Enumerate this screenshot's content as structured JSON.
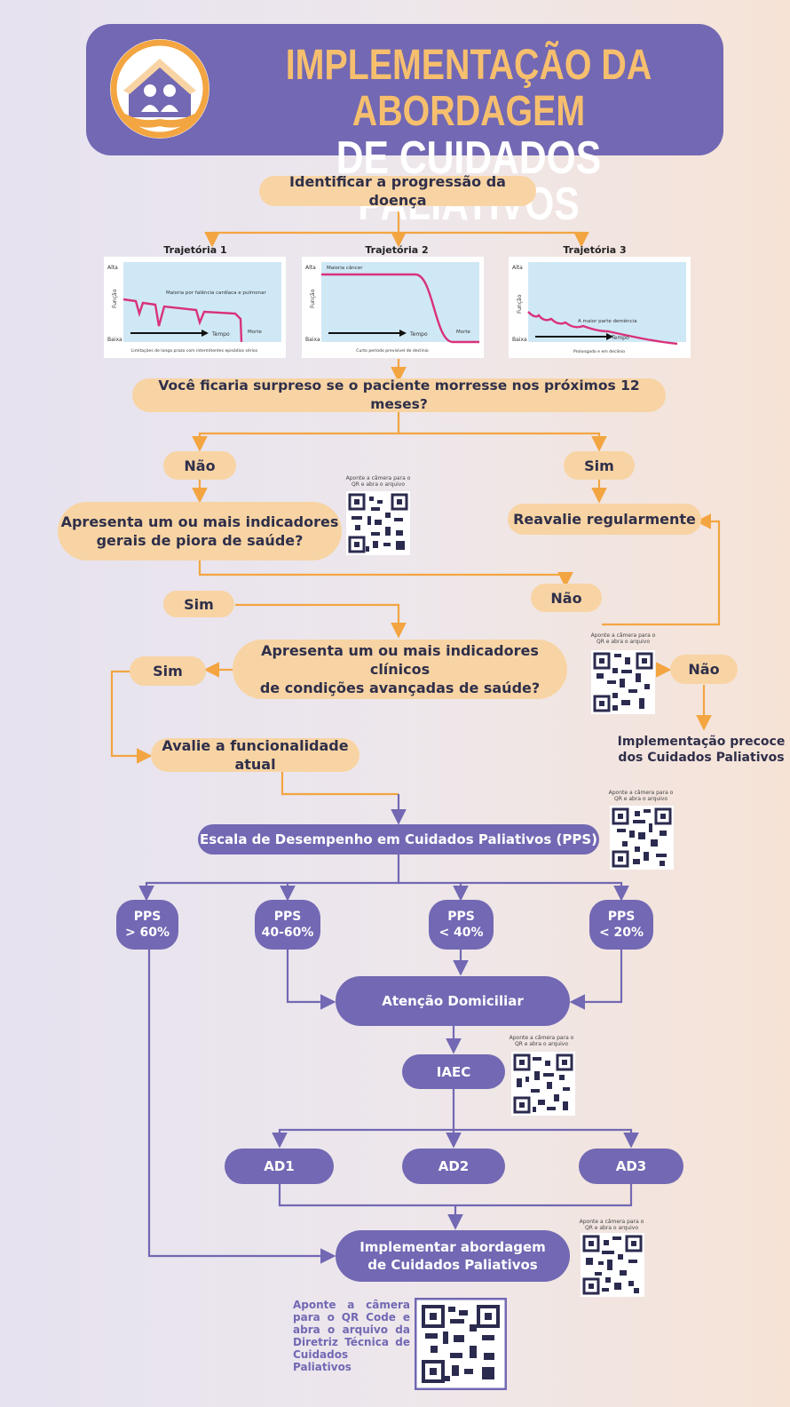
{
  "header": {
    "title_line1": "IMPLEMENTAÇÃO DA ABORDAGEM",
    "title_line2": "DE CUIDADOS PALIATIVOS"
  },
  "colors": {
    "orange_pill": "#f8d4a4",
    "orange_line": "#f3a541",
    "purple": "#7268b3",
    "chart_bg": "#cfe8f6",
    "curve": "#d8327a"
  },
  "steps": {
    "identify": "Identificar a progressão da doença",
    "surprise": "Você ficaria surpreso se o paciente morresse nos próximos 12 meses?",
    "no1": "Não",
    "yes1": "Sim",
    "general_line1": "Apresenta um ou mais indicadores",
    "general_line2": "gerais de piora de saúde?",
    "reassess": "Reavalie regularmente",
    "no2": "Não",
    "yes2": "Sim",
    "clinical_line1": "Apresenta um ou mais indicadores clínicos",
    "clinical_line2": "de condições avançadas de saúde?",
    "yes3": "Sim",
    "no3": "Não",
    "early_line1": "Implementação precoce",
    "early_line2": "dos Cuidados Paliativos",
    "function": "Avalie a funcionalidade atual",
    "pps_scale": "Escala de Desempenho em Cuidados Paliativos (PPS)",
    "pps1_a": "PPS",
    "pps1_b": "> 60%",
    "pps2_a": "PPS",
    "pps2_b": "40-60%",
    "pps3_a": "PPS",
    "pps3_b": "< 40%",
    "pps4_a": "PPS",
    "pps4_b": "< 20%",
    "home": "Atenção Domiciliar",
    "iaec": "IAEC",
    "ad1": "AD1",
    "ad2": "AD2",
    "ad3": "AD3",
    "implement_line1": "Implementar abordagem",
    "implement_line2": "de Cuidados Paliativos"
  },
  "trajectories": [
    {
      "title": "Trajetória 1",
      "high": "Alta",
      "low": "Baixa",
      "yaxis": "Função",
      "time": "Tempo",
      "label": "Maioria por falência cardíaca e pulmonar",
      "end": "Morte",
      "caption": "Limitações de longa prazo com intermitentes episódios sérios"
    },
    {
      "title": "Trajetória 2",
      "high": "Alta",
      "low": "Baixa",
      "yaxis": "Função",
      "time": "Tempo",
      "label": "Maioria câncer",
      "end": "Morte",
      "caption": "Curto período previsível de declínio"
    },
    {
      "title": "Trajetória 3",
      "high": "Alta",
      "low": "Baixa",
      "yaxis": "Função",
      "time": "Tempo",
      "label": "A maior parte demência",
      "caption": "Prolongado e em declínio"
    }
  ],
  "qr_caption": "Aponte a câmera para o QR e abra o arquivo",
  "qr_caption2": "Aponte a câmera para o QR e abra o arquivo",
  "qr_caption3": "Aponte a câmera para o QR e abra o arquivo",
  "qr_caption4": "Aponte a câmera para o QR e abra o arquivo",
  "qr_caption5": "Aponte a câmera para o QR e abra o arquivo",
  "final_note": "Aponte a câmera para o QR Code e abra o arquivo da Diretriz Técnica de Cuidados Paliativos"
}
